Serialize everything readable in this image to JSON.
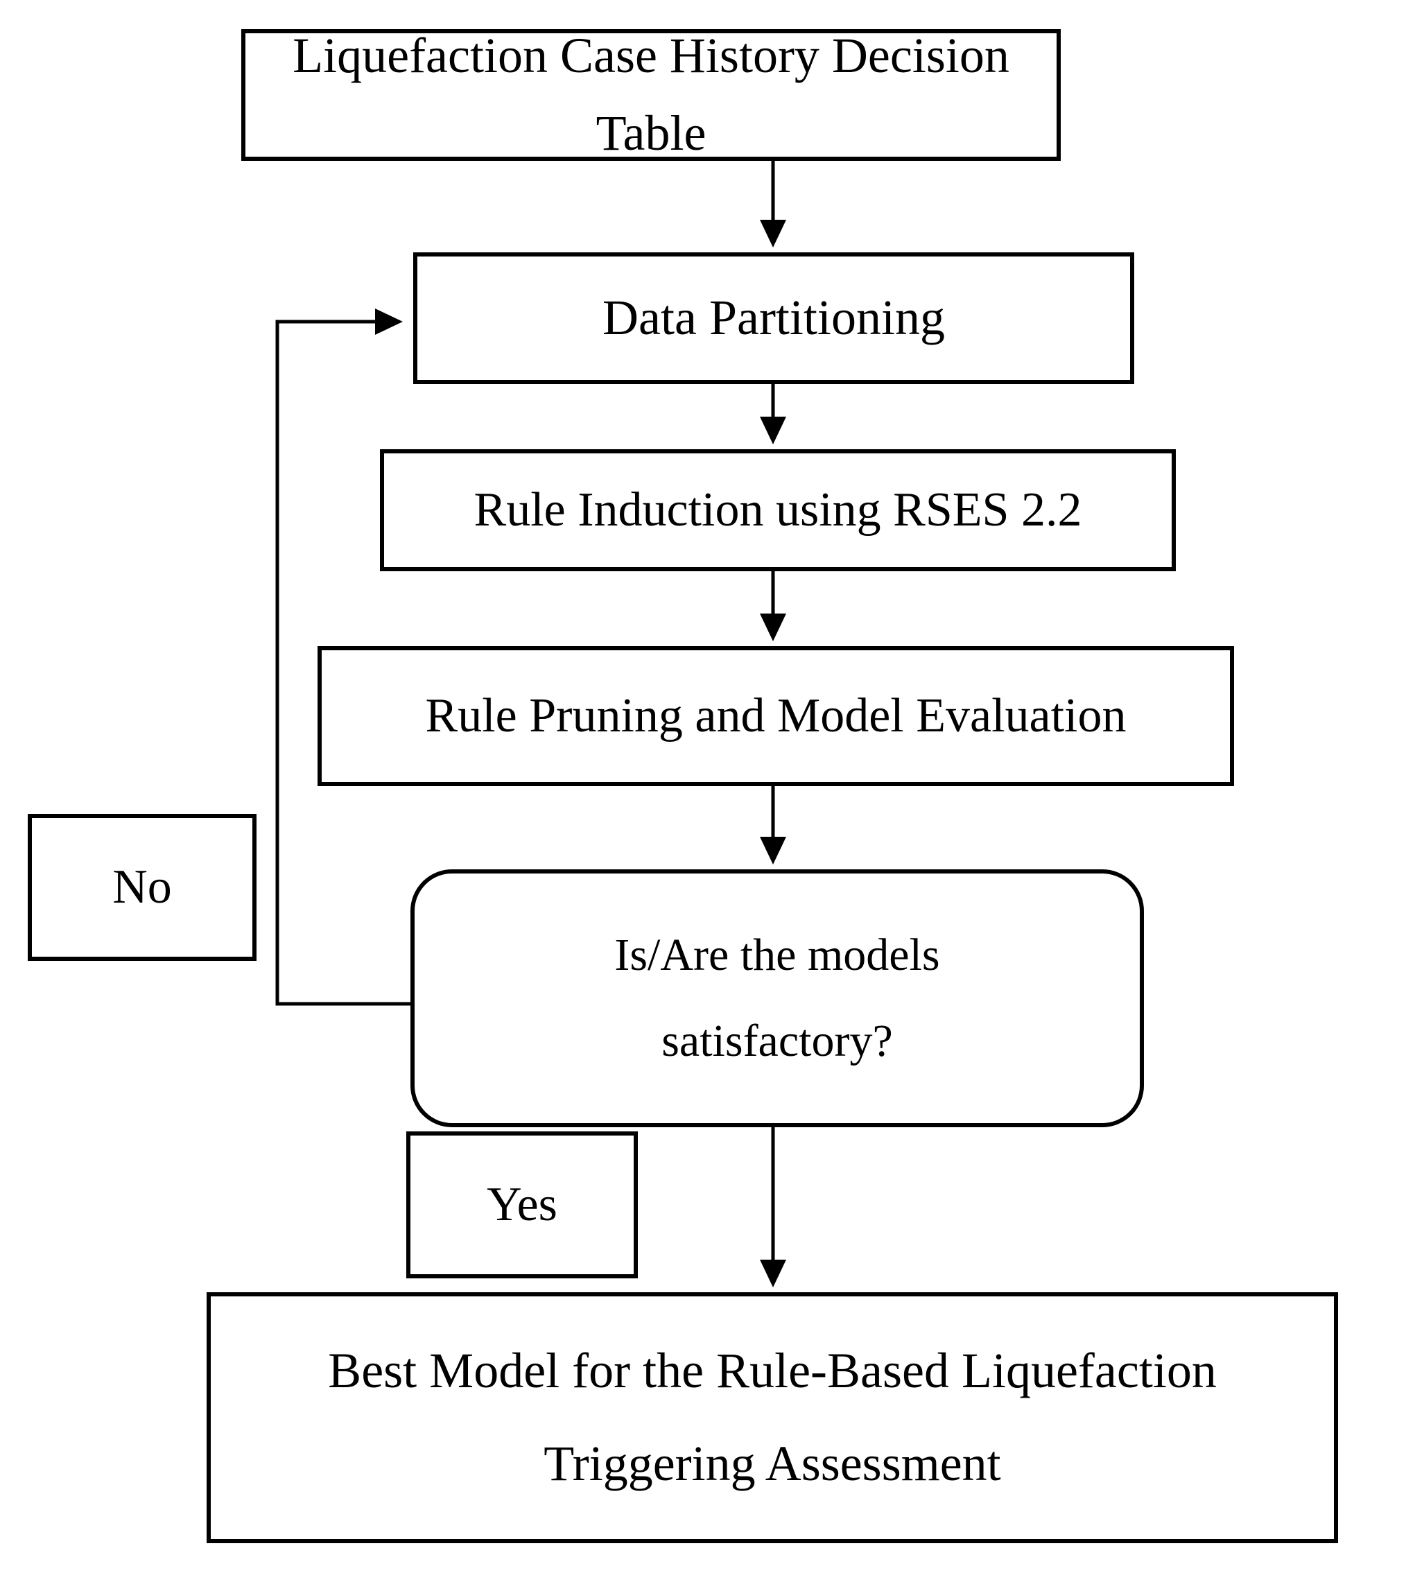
{
  "diagram": {
    "type": "flowchart",
    "title_node": "Liquefaction Case History Decision Table",
    "nodes": [
      {
        "id": "title",
        "label": "Liquefaction Case History Decision Table",
        "shape": "rectangle"
      },
      {
        "id": "partition",
        "label": "Data Partitioning",
        "shape": "rectangle"
      },
      {
        "id": "induction",
        "label": "Rule Induction using RSES 2.2",
        "shape": "rectangle"
      },
      {
        "id": "pruning",
        "label": "Rule Pruning and Model Evaluation",
        "shape": "rectangle"
      },
      {
        "id": "decision",
        "label_line1": "Is/Are the models",
        "label_line2": "satisfactory?",
        "shape": "rounded-rectangle"
      },
      {
        "id": "no",
        "label": "No",
        "shape": "rectangle"
      },
      {
        "id": "yes",
        "label": "Yes",
        "shape": "rectangle"
      },
      {
        "id": "best",
        "label_line1": "Best Model for the Rule-Based Liquefaction",
        "label_line2": "Triggering Assessment",
        "shape": "rectangle"
      }
    ],
    "edges": [
      {
        "from": "title",
        "to": "partition",
        "label": ""
      },
      {
        "from": "partition",
        "to": "induction",
        "label": ""
      },
      {
        "from": "induction",
        "to": "pruning",
        "label": ""
      },
      {
        "from": "pruning",
        "to": "decision",
        "label": ""
      },
      {
        "from": "decision",
        "to": "partition",
        "label": "No"
      },
      {
        "from": "decision",
        "to": "best",
        "label": "Yes"
      }
    ],
    "colors": {
      "stroke": "#000000",
      "fill": "#ffffff",
      "text": "#000000"
    }
  }
}
